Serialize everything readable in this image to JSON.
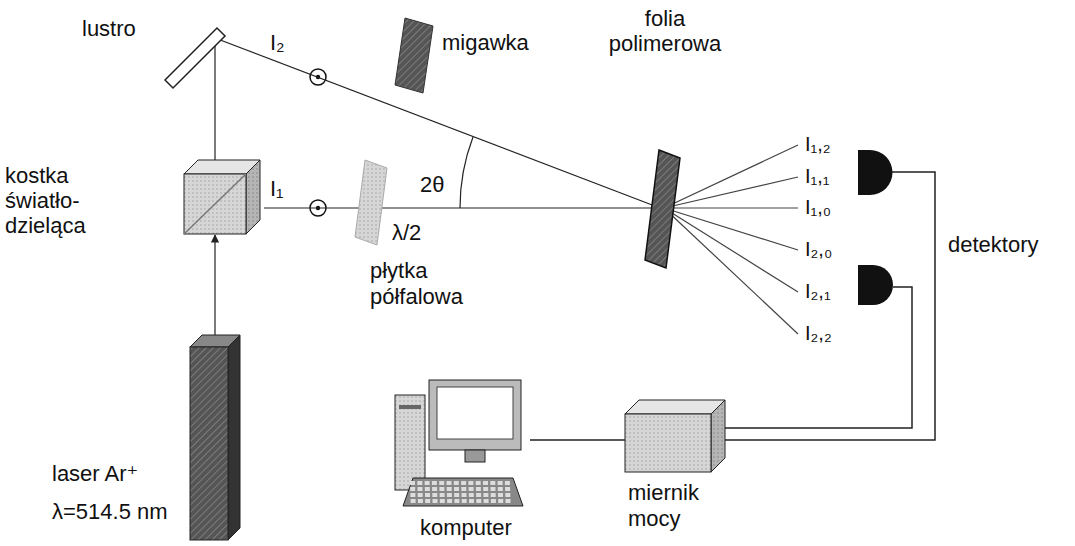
{
  "diagram": {
    "nodes": [
      {
        "text": [
          "lustro"
        ]
      },
      {
        "text": [
          "migawka"
        ]
      },
      {
        "text": [
          "kostka światło-dzieląca"
        ]
      },
      {
        "text": [
          "λ/2",
          "płytka półfalowa"
        ]
      },
      {
        "text": [
          "folia polimerowa"
        ]
      },
      {
        "text": [
          "detektory"
        ]
      },
      {
        "text": [
          "laser Ar⁺ λ=514.5 nm"
        ]
      },
      {
        "text": [
          "komputer"
        ]
      },
      {
        "text": [
          "miernik mocy"
        ]
      }
    ],
    "edges": [
      {
        "from": 6,
        "to": 2,
        "arrow": "to"
      },
      {
        "from": 2,
        "to": 0,
        "arrow": "none"
      },
      {
        "from": 0,
        "to": 4,
        "arrow": "none",
        "label": "I₂"
      },
      {
        "from": 2,
        "to": 3,
        "arrow": "none",
        "label": "I₁"
      },
      {
        "from": 3,
        "to": 4,
        "arrow": "none"
      },
      {
        "from": 5,
        "to": 8,
        "arrow": "none"
      },
      {
        "from": 7,
        "to": 8,
        "arrow": "none"
      }
    ],
    "labels": [
      "2θ",
      "I₁,₂",
      "I₁,₁",
      "I₁,₀",
      "I₂,₀",
      "I₂,₁",
      "I₂,₂"
    ]
  }
}
